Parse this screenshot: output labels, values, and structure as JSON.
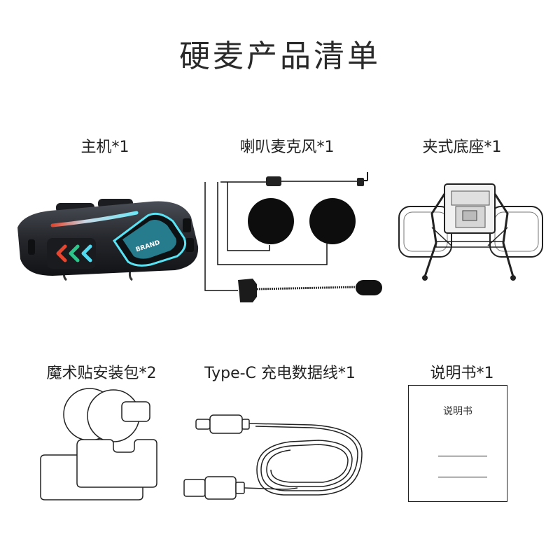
{
  "title": "硬麦产品清单",
  "items": [
    {
      "label": "主机*1"
    },
    {
      "label": "喇叭麦克风*1"
    },
    {
      "label": "夹式底座*1"
    },
    {
      "label": "魔术贴安装包*2"
    },
    {
      "label": "Type-C 充电数据线*1"
    },
    {
      "label": "说明书*1"
    }
  ],
  "device": {
    "brand_text": "BRAND"
  },
  "manual": {
    "cover_text": "说明书"
  }
}
